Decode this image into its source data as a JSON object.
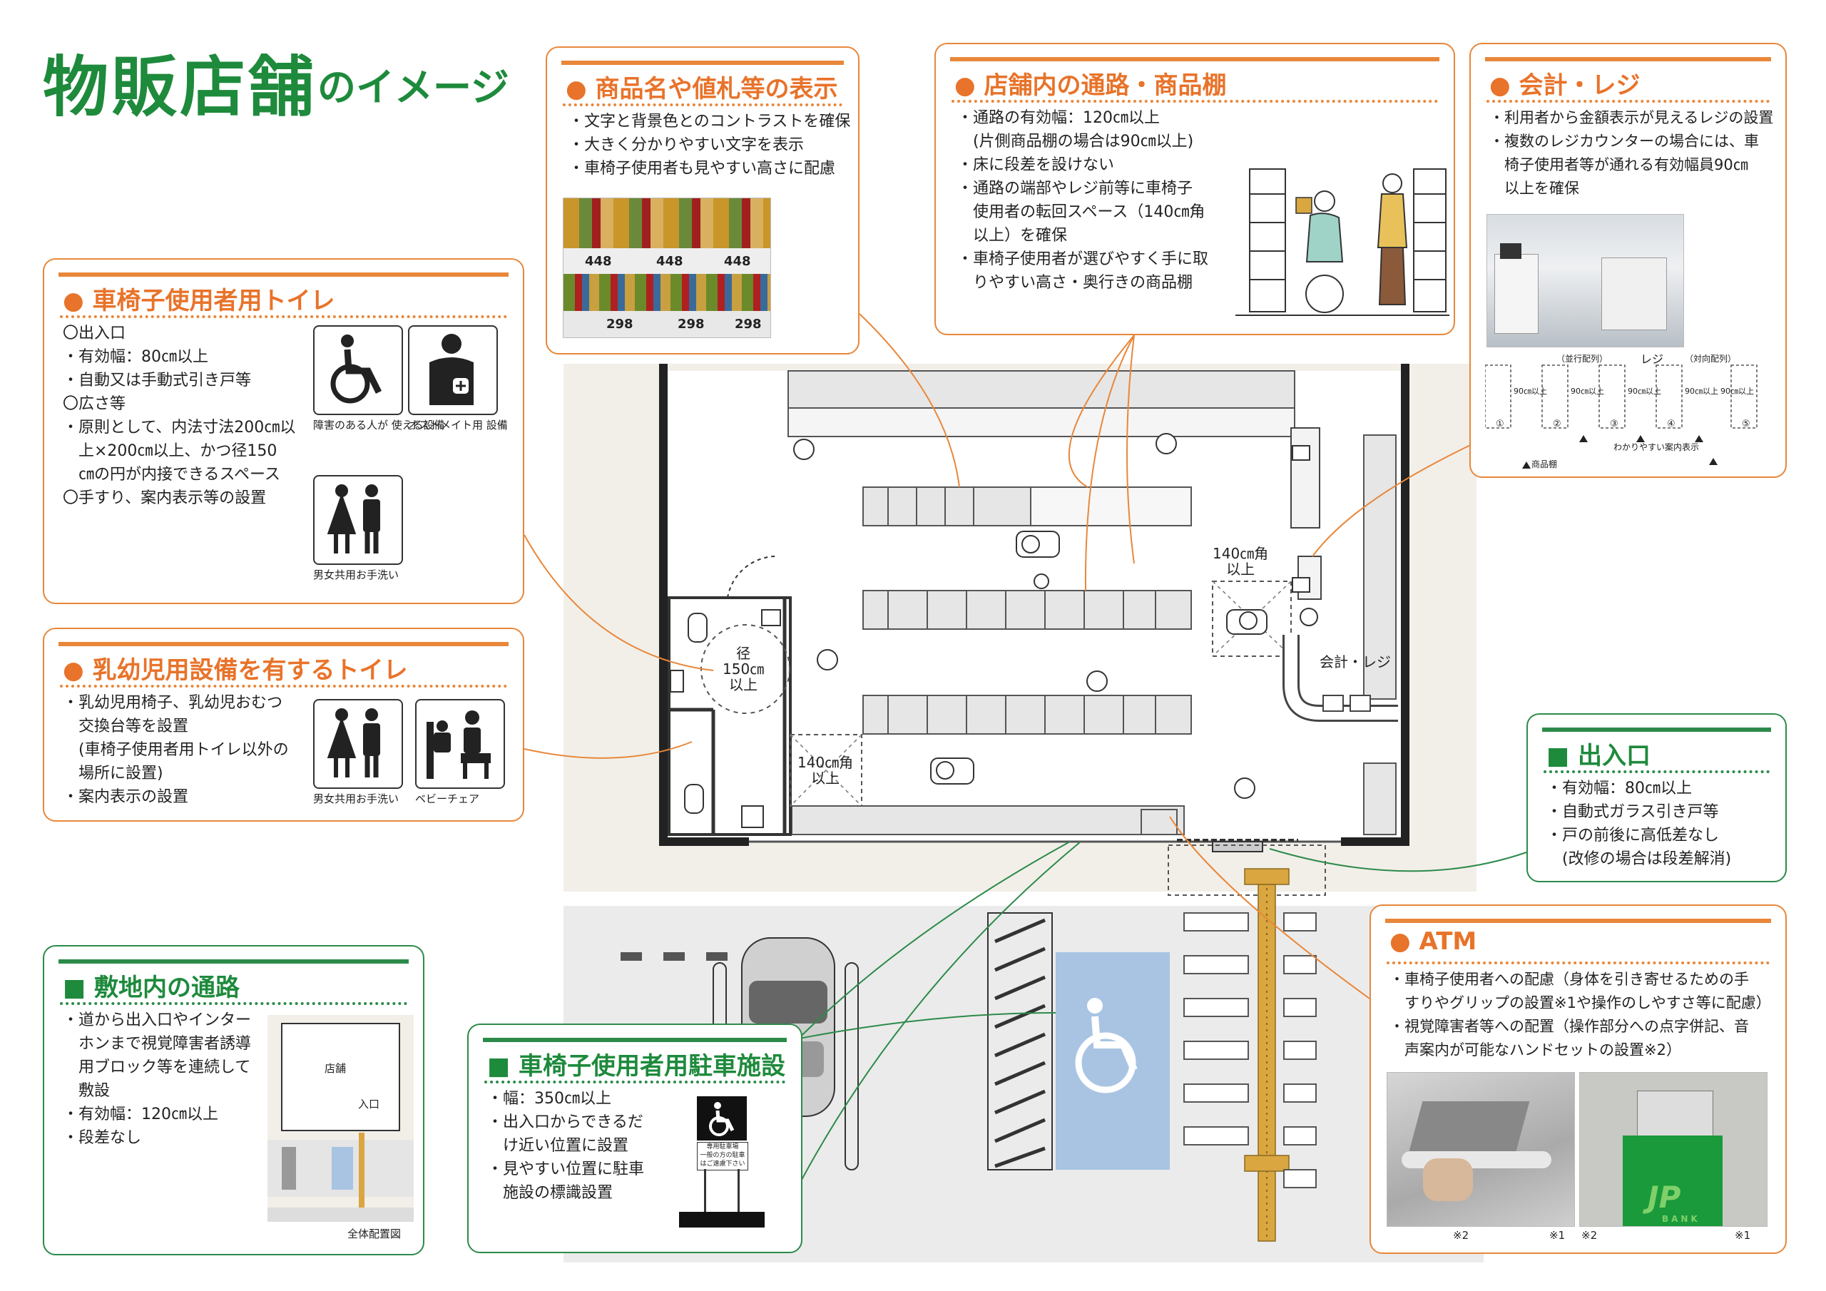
{
  "page": {
    "title": "物販店舗",
    "subtitle": "のイメージ"
  },
  "display": {
    "heading": "商品名や値札等の表示",
    "items": [
      "・文字と背景色とのコントラストを確保",
      "・大きく分かりやすい文字を表示",
      "・車椅子使用者も見やすい高さに配慮"
    ],
    "prices": [
      "448",
      "448",
      "448",
      "298",
      "298",
      "298"
    ]
  },
  "aisle": {
    "heading": "店舗内の通路・商品棚",
    "items": [
      "・通路の有効幅：120㎝以上",
      "　(片側商品棚の場合は90㎝以上)",
      "・床に段差を設けない",
      "・通路の端部やレジ前等に車椅子",
      "　使用者の転回スペース（140㎝角",
      "　以上）を確保",
      "・車椅子使用者が選びやすく手に取",
      "　りやすい高さ・奥行きの商品棚"
    ]
  },
  "register": {
    "heading": "会計・レジ",
    "items": [
      "・利用者から金額表示が見えるレジの設置",
      "・複数のレジカウンターの場合には、車",
      "　椅子使用者等が通れる有効幅員90㎝",
      "　以上を確保"
    ],
    "diagram_labels": {
      "parallel": "（並行配列）",
      "facing": "（対向配列）",
      "reji": "レジ",
      "width": "90㎝以上",
      "nums": [
        "①",
        "②",
        "③",
        "④",
        "⑤"
      ],
      "sign": "わかりやすい案内表示",
      "shelf": "商品棚"
    }
  },
  "wc_toilet": {
    "heading": "車椅子使用者用トイレ",
    "items": [
      "〇出入口",
      "・有効幅：80㎝以上",
      "・自動又は手動式引き戸等",
      "〇広さ等",
      "・原則として、内法寸法200㎝以",
      "　上×200㎝以上、かつ径150",
      "　㎝の円が内接できるスペース",
      "〇手すり、案内表示等の設置"
    ],
    "pictos": [
      "障害のある人が\n使える設備",
      "オストメイト用\n設備",
      "男女共用お手洗い"
    ]
  },
  "baby_toilet": {
    "heading": "乳幼児用設備を有するトイレ",
    "items": [
      "・乳幼児用椅子、乳幼児おむつ",
      "　交換台等を設置",
      "　(車椅子使用者用トイレ以外の",
      "　場所に設置)",
      "・案内表示の設置"
    ],
    "pictos": [
      "男女共用お手洗い",
      "ベビーチェア"
    ]
  },
  "entrance": {
    "heading": "出入口",
    "items": [
      "・有効幅：80㎝以上",
      "・自動式ガラス引き戸等",
      "・戸の前後に高低差なし",
      "　(改修の場合は段差解消)"
    ]
  },
  "atm": {
    "heading": "ATM",
    "items": [
      "・車椅子使用者への配慮（身体を引き寄せるための手",
      "　すりやグリップの設置※1や操作のしやすさ等に配慮）",
      "・視覚障害者等への配置（操作部分への点字併記、音",
      "　声案内が可能なハンドセットの設置※2）"
    ],
    "notes": [
      "※2",
      "※1",
      "※2",
      "※1"
    ],
    "brand": "JP",
    "brand_sub": "BANK"
  },
  "site_path": {
    "heading": "敷地内の通路",
    "items": [
      "・道から出入口やインター",
      "　ホンまで視覚障害者誘導",
      "　用ブロック等を連続して",
      "　敷設",
      "・有効幅：120㎝以上",
      "・段差なし"
    ],
    "map_labels": {
      "store": "店舗",
      "entrance": "入口",
      "caption": "全体配置図"
    }
  },
  "parking": {
    "heading": "車椅子使用者用駐車施設",
    "items": [
      "・幅：350㎝以上",
      "・出入口からできるだ",
      "　け近い位置に設置",
      "・見やすい位置に駐車",
      "　施設の標識設置"
    ],
    "sign_text": [
      "専用駐車場",
      "一般の方の駐車",
      "はご遠慮下さい"
    ]
  },
  "floor_labels": {
    "turn1": "140㎝角\n以上",
    "turn2": "140㎝角\n以上",
    "circle": "径\n150㎝\n以上",
    "register": "会計・レジ"
  },
  "colors": {
    "orange": "#e8873a",
    "green": "#1e8a3c",
    "blue": "#a9c4e3",
    "floor": "#f2efe9"
  }
}
